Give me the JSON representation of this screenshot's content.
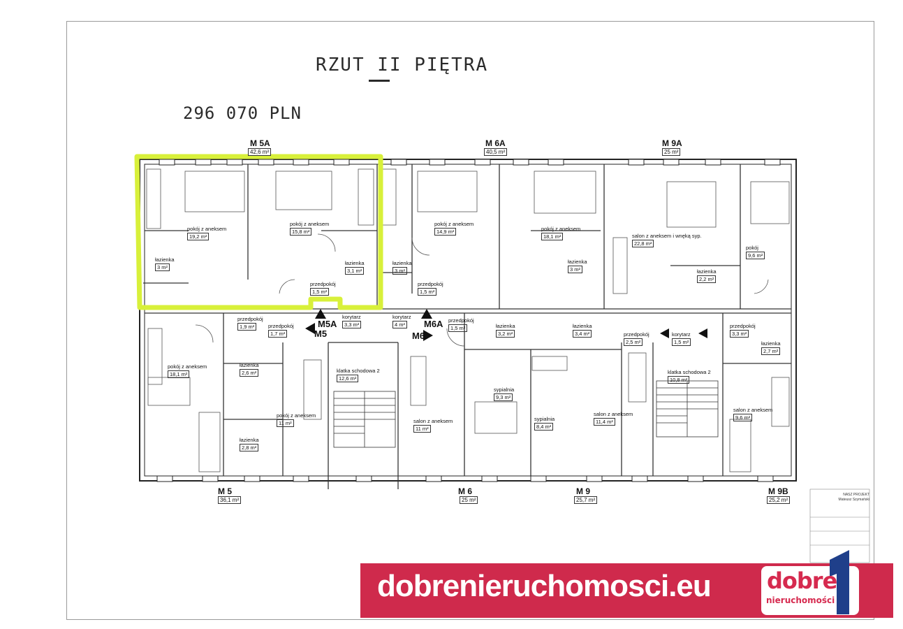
{
  "header": {
    "title": "RZUT II PIĘTRA",
    "price": "296 070 PLN"
  },
  "units": [
    {
      "name": "M 5A",
      "area": "42,6 m²",
      "pos": "top"
    },
    {
      "name": "M 6A",
      "area": "40,5 m²",
      "pos": "top"
    },
    {
      "name": "M 9A",
      "area": "25 m²",
      "pos": "top"
    },
    {
      "name": "M 5",
      "area": "36,1 m²",
      "pos": "bottom"
    },
    {
      "name": "M 6",
      "area": "25 m²",
      "pos": "bottom"
    },
    {
      "name": "M 9",
      "area": "25,7 m²",
      "pos": "bottom"
    },
    {
      "name": "M 9B",
      "area": "25,2 m²",
      "pos": "bottom"
    }
  ],
  "rooms": [
    {
      "label": "pokój z aneksem",
      "area": "19,2 m²"
    },
    {
      "label": "pokój z aneksem",
      "area": "15,8 m²"
    },
    {
      "label": "pokój z aneksem",
      "area": "14,9 m²"
    },
    {
      "label": "pokój z aneksem",
      "area": "18,1 m²"
    },
    {
      "label": "salon z aneksem i wnęką syp.",
      "area": "22,8 m²"
    },
    {
      "label": "pokój",
      "area": "9,6 m²"
    },
    {
      "label": "łazienka",
      "area": "3 m²"
    },
    {
      "label": "łazienka",
      "area": "3,1 m²"
    },
    {
      "label": "łazienka",
      "area": "3 m²"
    },
    {
      "label": "łazienka",
      "area": "3 m²"
    },
    {
      "label": "łazienka",
      "area": "2,2 m²"
    },
    {
      "label": "przedpokój",
      "area": "1,5 m²"
    },
    {
      "label": "przedpokój",
      "area": "1,5 m²"
    },
    {
      "label": "przedpokój",
      "area": "1,9 m²"
    },
    {
      "label": "przedpokój",
      "area": "1,7 m²"
    },
    {
      "label": "korytarz",
      "area": "3,3 m²"
    },
    {
      "label": "korytarz",
      "area": "4 m²"
    },
    {
      "label": "przedpokój",
      "area": "1,5 m²"
    },
    {
      "label": "łazienka",
      "area": "3,2 m²"
    },
    {
      "label": "łazienka",
      "area": "3,4 m²"
    },
    {
      "label": "przedpokój",
      "area": "2,5 m²"
    },
    {
      "label": "korytarz",
      "area": "1,5 m²"
    },
    {
      "label": "przedpokój",
      "area": "3,3 m²"
    },
    {
      "label": "łazienka",
      "area": "2,7 m²"
    },
    {
      "label": "pokój z aneksem",
      "area": "18,1 m²"
    },
    {
      "label": "łazienka",
      "area": "2,6 m²"
    },
    {
      "label": "klatka schodowa 2",
      "area": "12,6 m²"
    },
    {
      "label": "pokój z aneksem",
      "area": "11 m²"
    },
    {
      "label": "łazienka",
      "area": "2,8 m²"
    },
    {
      "label": "salon z aneksem",
      "area": "11 m²"
    },
    {
      "label": "sypialnia",
      "area": "9,3 m²"
    },
    {
      "label": "sypialnia",
      "area": "8,4 m²"
    },
    {
      "label": "salon z aneksem",
      "area": "11,4 m²"
    },
    {
      "label": "klatka schodowa 2",
      "area": "10,8 m²"
    },
    {
      "label": "salon z aneksem",
      "area": "9,6 m²"
    }
  ],
  "markers": [
    "M5A",
    "M5",
    "M6A",
    "M6"
  ],
  "titleblock": [
    "NASZ PROJEKT",
    "Mateusz Szymański"
  ],
  "banner": {
    "site": "dobrenieruchomosci.eu",
    "logo_main": "dobre",
    "logo_sub": "nieruchomości",
    "brand_color": "#cf2a4c",
    "highlight_color": "#d8f03a"
  }
}
